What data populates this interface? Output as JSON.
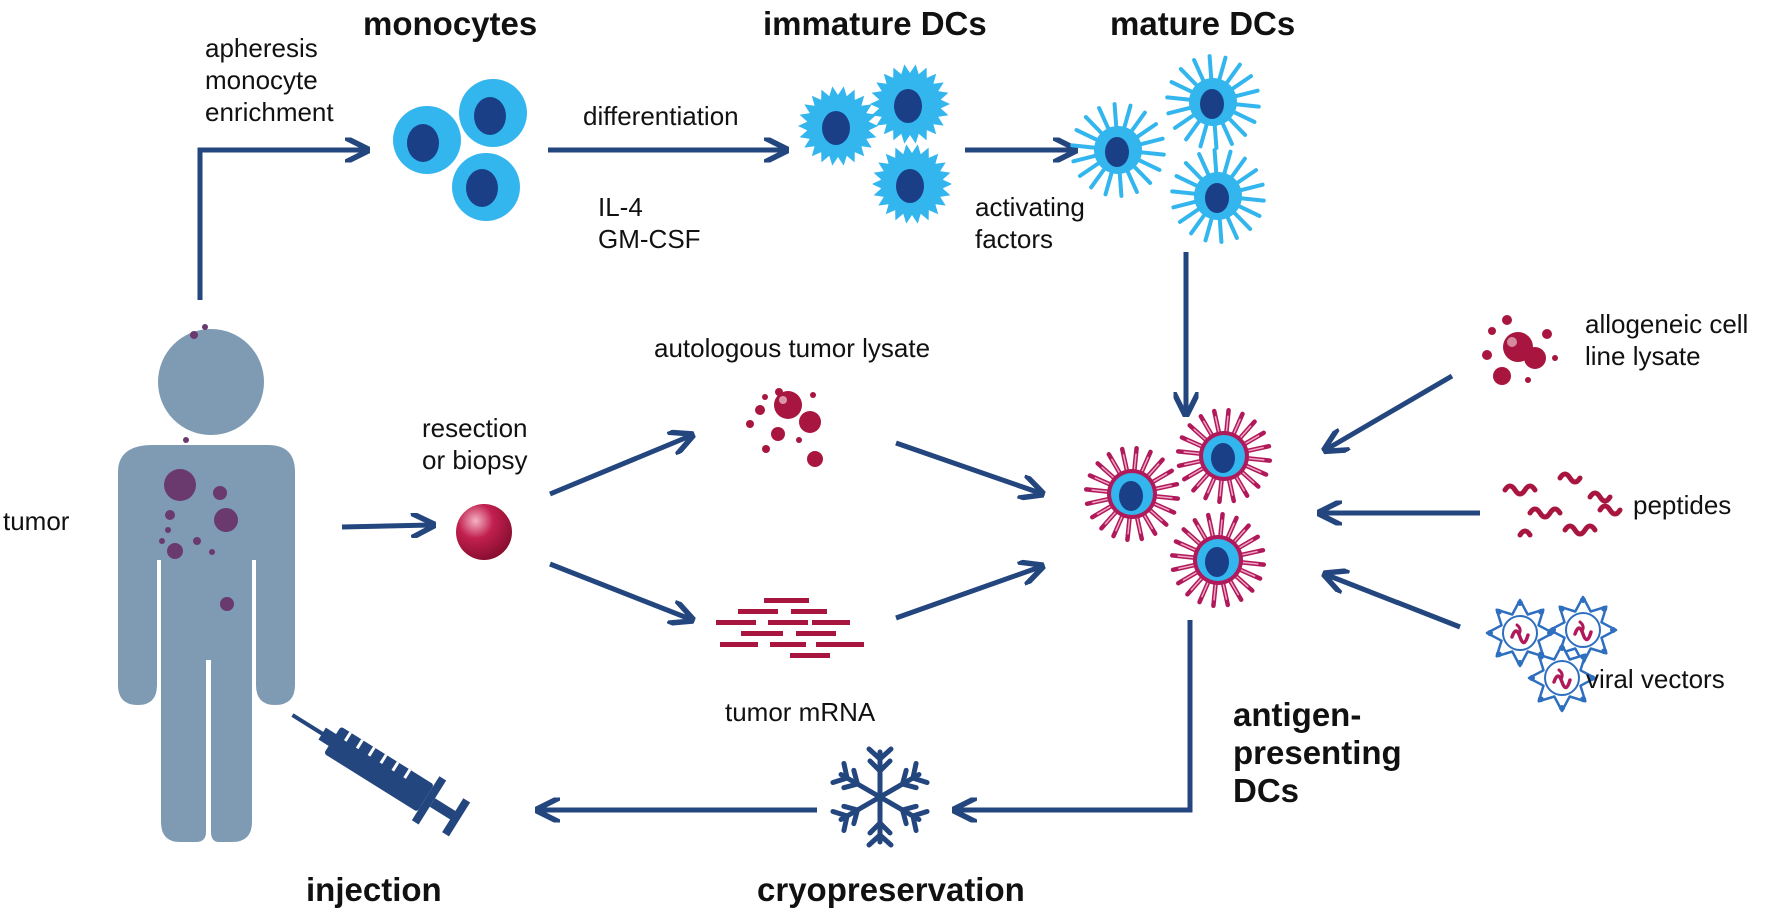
{
  "headers": {
    "monocytes": "monocytes",
    "immature": "immature DCs",
    "mature": "mature DCs",
    "antigen_lines": [
      "antigen-",
      "presenting",
      "DCs"
    ],
    "injection": "injection",
    "cryo": "cryopreservation"
  },
  "labels": {
    "apheresis_lines": [
      "apheresis",
      "monocyte",
      "enrichment"
    ],
    "differentiation": "differentiation",
    "cytokines_lines": [
      "IL-4",
      "GM-CSF"
    ],
    "activating_lines": [
      "activating",
      "factors"
    ],
    "tumor": "tumor",
    "resection_lines": [
      "resection",
      "or biopsy"
    ],
    "lysate": "autologous tumor lysate",
    "mrna": "tumor mRNA",
    "allogeneic_lines": [
      "allogeneic cell",
      "line lysate"
    ],
    "peptides": "peptides",
    "viral": "viral vectors"
  },
  "colors": {
    "arrow": "#24467e",
    "monocyte_outer": "#33b5ee",
    "nucleus": "#1a3f87",
    "dc_light": "#33b5ee",
    "antigen_magenta": "#b01a5a",
    "tumor_red": "#a8163f",
    "person": "#7f9bb4",
    "tumor_purple": "#6a3a6e",
    "syringe": "#24467e",
    "viral_blue": "#2f6fc0"
  },
  "icons": [
    "person-icon",
    "monocyte-cell-icon",
    "immature-dc-icon",
    "mature-dc-icon",
    "antigen-dc-icon",
    "tumor-sample-icon",
    "lysate-icon",
    "mrna-icon",
    "peptide-icon",
    "viral-vector-icon",
    "snowflake-icon",
    "syringe-icon"
  ]
}
